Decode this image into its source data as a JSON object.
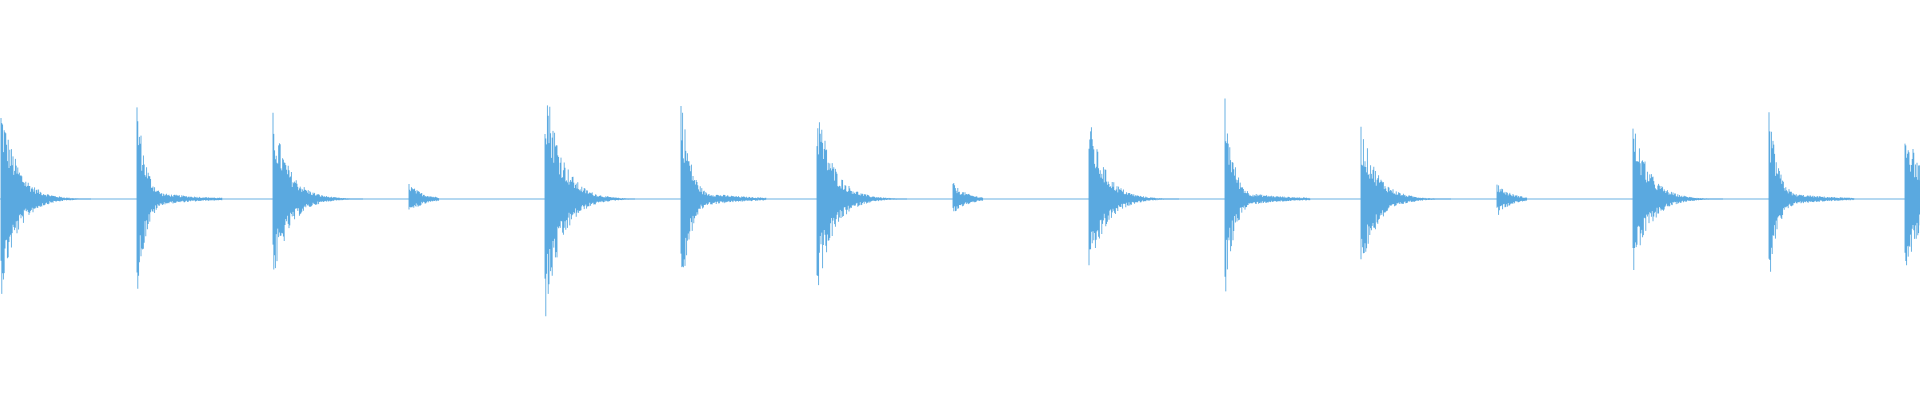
{
  "waveform": {
    "color": "#5aa9e0",
    "background": "#ffffff",
    "hit_count": 15,
    "hits": [
      {
        "amplitude": 0.5,
        "kind": "long"
      },
      {
        "amplitude": 0.52,
        "kind": "short"
      },
      {
        "amplitude": 0.44,
        "kind": "long"
      },
      {
        "amplitude": 0.08,
        "kind": "soft"
      },
      {
        "amplitude": 0.66,
        "kind": "long"
      },
      {
        "amplitude": 0.57,
        "kind": "short"
      },
      {
        "amplitude": 0.5,
        "kind": "long"
      },
      {
        "amplitude": 0.08,
        "kind": "soft"
      },
      {
        "amplitude": 0.42,
        "kind": "long"
      },
      {
        "amplitude": 0.52,
        "kind": "short"
      },
      {
        "amplitude": 0.38,
        "kind": "long"
      },
      {
        "amplitude": 0.08,
        "kind": "soft"
      },
      {
        "amplitude": 0.4,
        "kind": "long"
      },
      {
        "amplitude": 0.47,
        "kind": "short"
      },
      {
        "amplitude": 0.42,
        "kind": "long"
      }
    ]
  }
}
